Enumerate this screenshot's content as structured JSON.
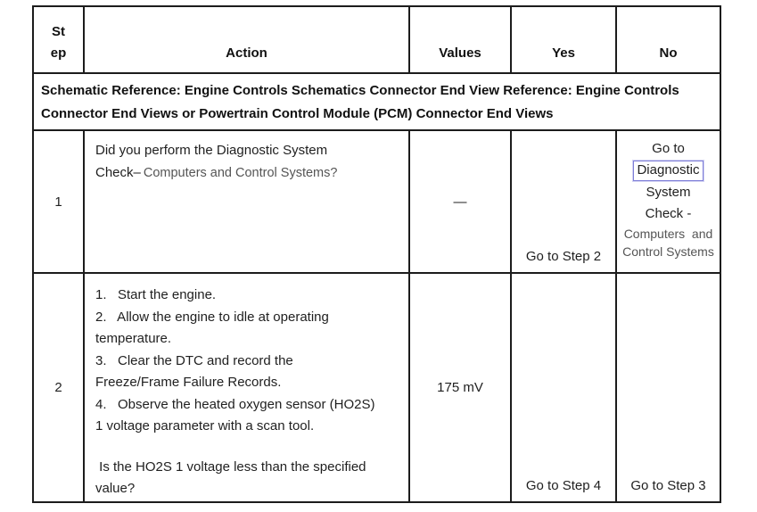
{
  "colors": {
    "border": "#1c1c1c",
    "text_dark": "#1f1f1f",
    "text_gray": "#555555",
    "link_box_blue": "#7e7ed8",
    "background": "#ffffff"
  },
  "header": {
    "step_line1": "St",
    "step_line2": "ep",
    "action": "Action",
    "values": "Values",
    "yes": "Yes",
    "no": "No"
  },
  "schematic_note": {
    "line1": "Schematic Reference: Engine Controls Schematics Connector End View Reference: Engine Controls",
    "line2": "Connector End Views or Powertrain Control Module (PCM) Connector End Views"
  },
  "rows": [
    {
      "step": "1",
      "action": {
        "line1": "Did you perform the Diagnostic System",
        "line2_dark": "Check–",
        "line2_gray": "Computers and Control Systems?"
      },
      "values": "—",
      "yes": "Go to Step 2",
      "no": {
        "line1": "Go to",
        "boxed_link": "Diagnostic",
        "line3": "System",
        "line4": "Check -",
        "sub1": "Computers  and",
        "sub2": "Control Systems"
      }
    },
    {
      "step": "2",
      "action": {
        "lines": [
          "1.   Start the engine.",
          "2.   Allow the engine to idle at operating",
          "temperature.",
          "3.   Clear the DTC and record the",
          "Freeze/Frame Failure Records.",
          "4.   Observe the heated oxygen sensor (HO2S)",
          "1 voltage parameter with a scan tool."
        ],
        "question_line1": " Is the HO2S 1 voltage less than the specified",
        "question_line2": "value?"
      },
      "values": "175 mV",
      "yes": "Go to Step 4",
      "no": "Go to Step 3"
    }
  ]
}
